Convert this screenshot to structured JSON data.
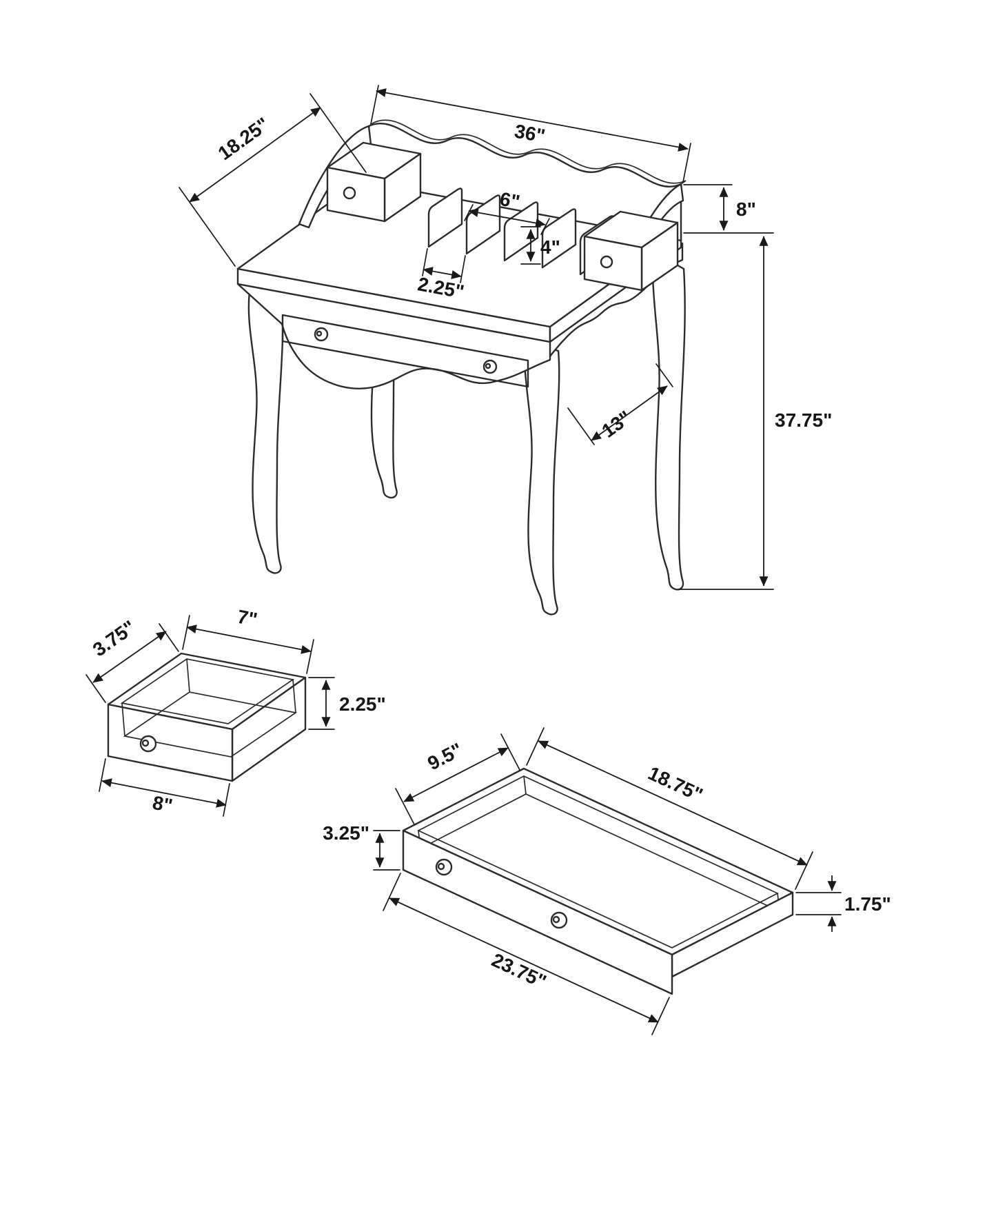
{
  "diagram": {
    "desk": {
      "depth": "18.25\"",
      "width": "36\"",
      "gallery_height": "8\"",
      "slot_width": "6\"",
      "divider_height": "4\"",
      "divider_spacing": "2.25\"",
      "side_depth": "13\"",
      "overall_height": "37.75\""
    },
    "small_drawer": {
      "depth": "3.75\"",
      "inner_width": "7\"",
      "height": "2.25\"",
      "width": "8\""
    },
    "large_drawer": {
      "inner_depth": "9.5\"",
      "inner_width": "18.75\"",
      "front_height": "3.25\"",
      "side_height": "1.75\"",
      "width": "23.75\""
    }
  }
}
